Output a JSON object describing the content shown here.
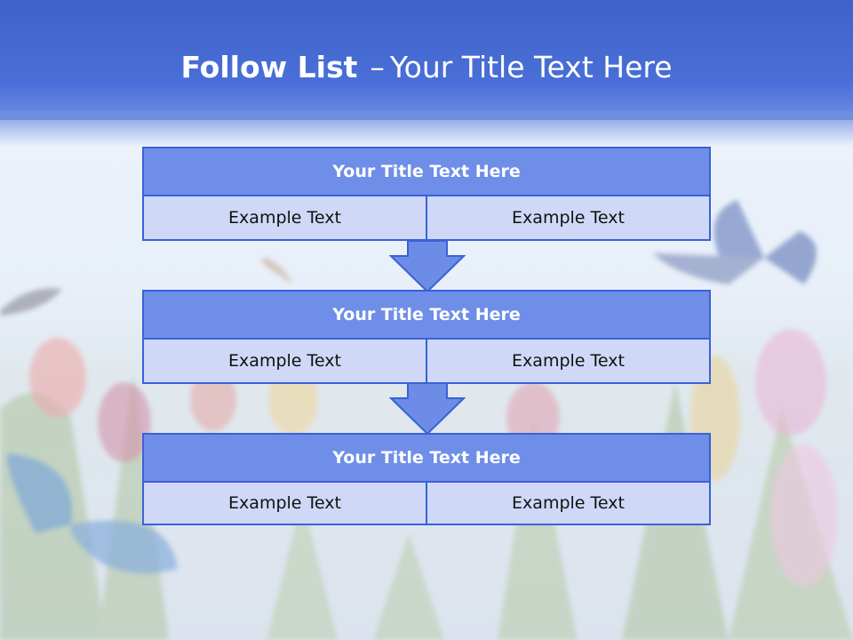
{
  "slide": {
    "title_bold": "Follow List",
    "title_separator": "–",
    "title_rest": "Your Title Text Here"
  },
  "steps": [
    {
      "title": "Your Title Text Here",
      "left": "Example Text",
      "right": "Example Text"
    },
    {
      "title": "Your Title Text Here",
      "left": "Example Text",
      "right": "Example Text"
    },
    {
      "title": "Your Title Text Here",
      "left": "Example Text",
      "right": "Example Text"
    }
  ],
  "colors": {
    "header_blue": "#3d63c9",
    "title_fill": "#6f8ee8",
    "cell_fill": "#cfd8f6",
    "border": "#3a62d6",
    "arrow_fill": "#6d8ce6"
  },
  "background_image": "butterflies-and-tulips"
}
